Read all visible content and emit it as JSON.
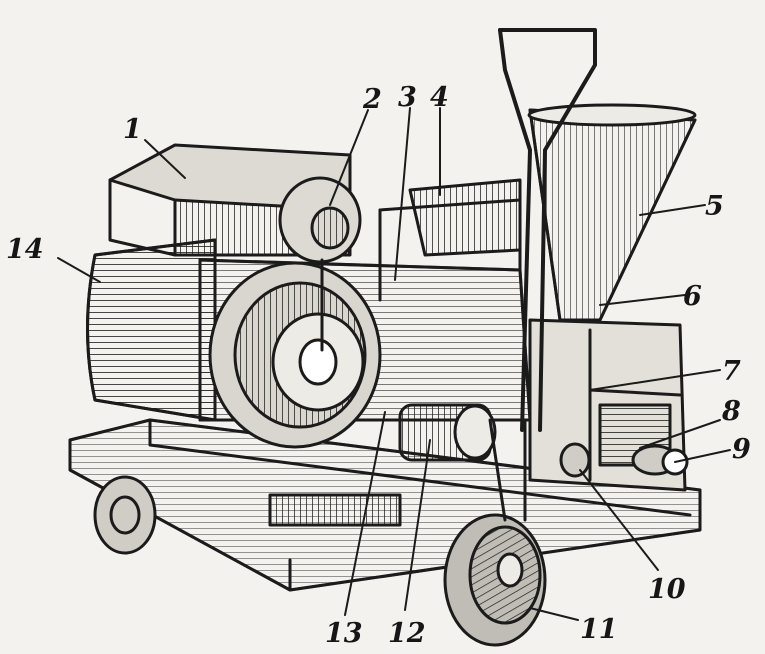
{
  "figure": {
    "ink_color": "#1b1b1b",
    "paper_color": "#f3f2ee",
    "callouts": [
      {
        "label": "1"
      },
      {
        "label": "2"
      },
      {
        "label": "3"
      },
      {
        "label": "4"
      },
      {
        "label": "5"
      },
      {
        "label": "6"
      },
      {
        "label": "7"
      },
      {
        "label": "8"
      },
      {
        "label": "9"
      },
      {
        "label": "10"
      },
      {
        "label": "11"
      },
      {
        "label": "12"
      },
      {
        "label": "13"
      },
      {
        "label": "14"
      }
    ]
  }
}
